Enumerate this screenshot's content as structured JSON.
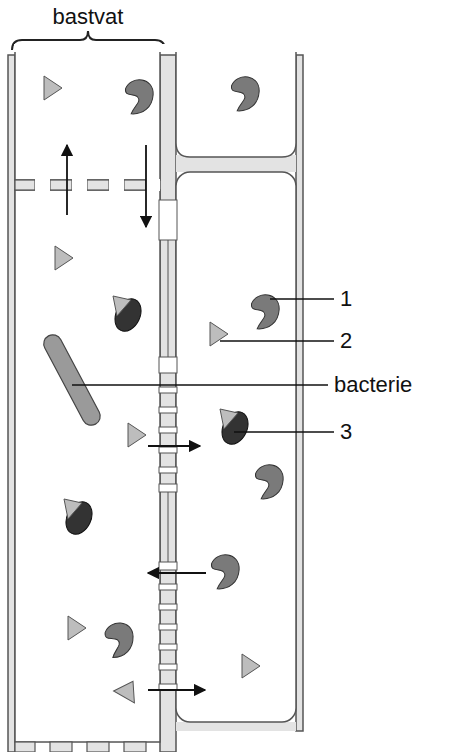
{
  "diagram": {
    "labels": [
      "bastvat",
      "1",
      "2",
      "bacterie",
      "3"
    ]
  }
}
